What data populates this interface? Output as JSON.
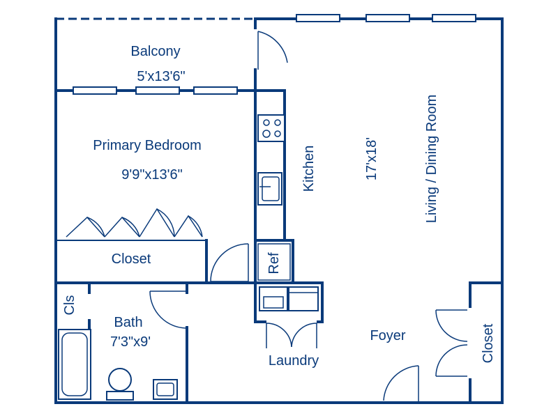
{
  "rooms": {
    "balcony": {
      "name": "Balcony",
      "size": "5'x13'6\""
    },
    "primary_bedroom": {
      "name": "Primary Bedroom",
      "size": "9'9\"x13'6\""
    },
    "closet_bedroom": {
      "name": "Closet"
    },
    "closet_bath": {
      "name": "Cls"
    },
    "bath": {
      "name": "Bath",
      "size": "7'3\"x9'"
    },
    "kitchen": {
      "name": "Kitchen"
    },
    "ref": {
      "name": "Ref"
    },
    "living": {
      "name": "Living / Dining Room",
      "size": "17'x18'"
    },
    "laundry": {
      "name": "Laundry"
    },
    "foyer": {
      "name": "Foyer"
    },
    "closet_foyer": {
      "name": "Closet"
    }
  },
  "colors": {
    "wall": "#0a3a7a",
    "background": "#ffffff"
  }
}
